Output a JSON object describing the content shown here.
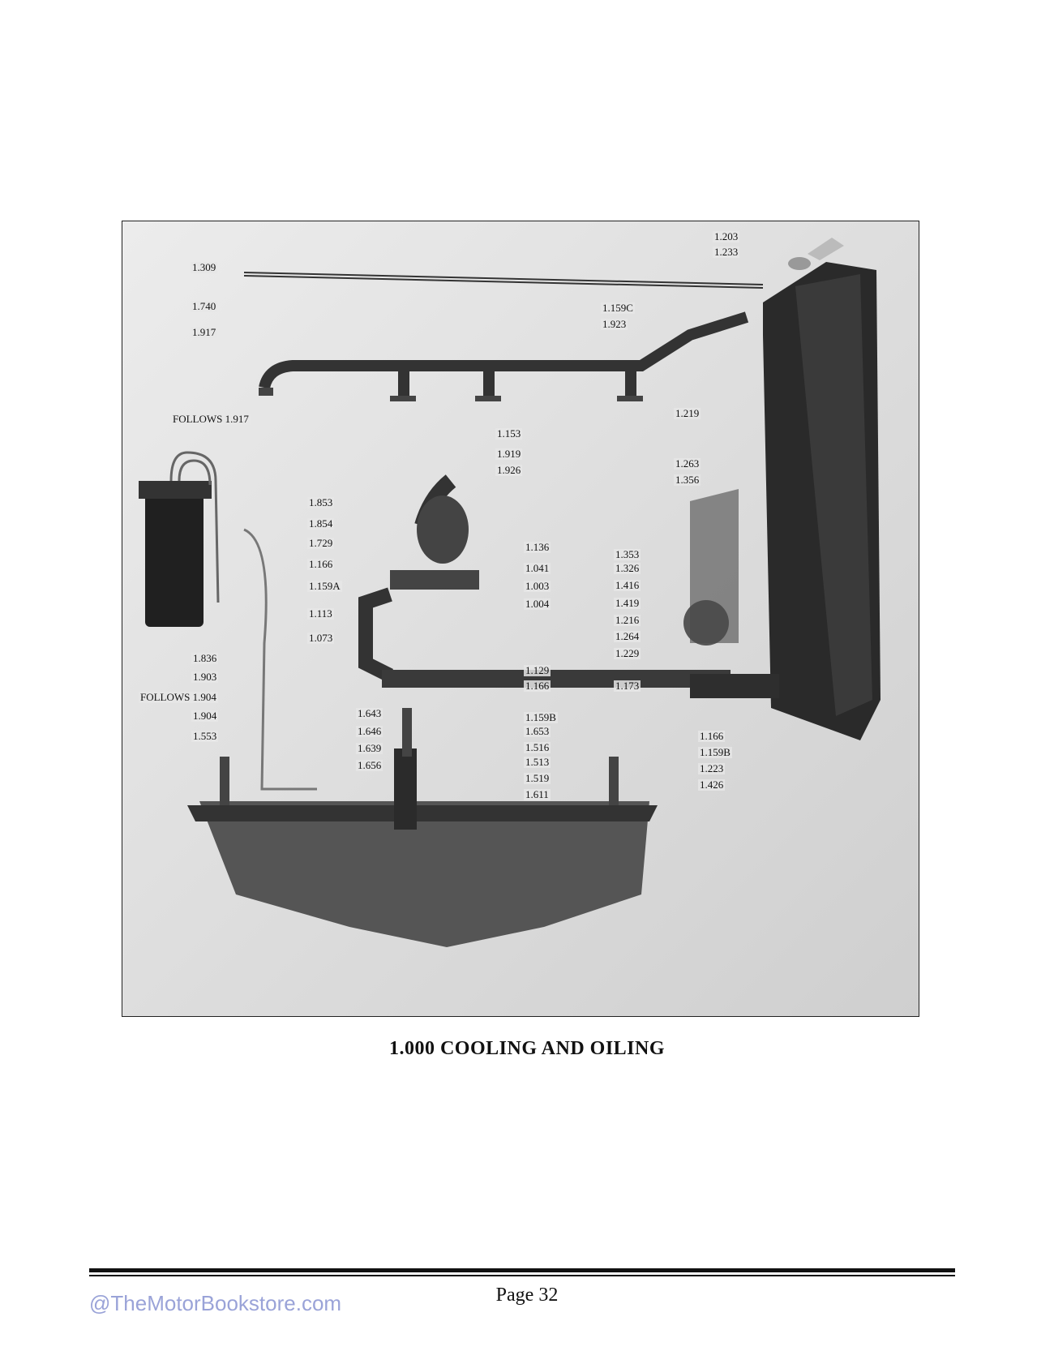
{
  "figure": {
    "image_icon": "cooling-and-oiling-parts-illustration",
    "callouts": {
      "c1203": "1.203",
      "c1233": "1.233",
      "c1309": "1.309",
      "c1740": "1.740",
      "c1917": "1.917",
      "c1159C": "1.159C",
      "c1923": "1.923",
      "follows1917": "FOLLOWS 1.917",
      "c1219": "1.219",
      "c1153": "1.153",
      "c1919": "1.919",
      "c1926": "1.926",
      "c1263": "1.263",
      "c1356": "1.356",
      "c1853": "1.853",
      "c1854": "1.854",
      "c1729": "1.729",
      "c1136": "1.136",
      "c1166a": "1.166",
      "c1041": "1.041",
      "c1159A": "1.159A",
      "c1003": "1.003",
      "c1004": "1.004",
      "c1113": "1.113",
      "c1073": "1.073",
      "c1353": "1.353",
      "c1326": "1.326",
      "c1416": "1.416",
      "c1419": "1.419",
      "c1216": "1.216",
      "c1264": "1.264",
      "c1229": "1.229",
      "c1836": "1.836",
      "c1903": "1.903",
      "c1129": "1.129",
      "c1166b": "1.166",
      "follows1904": "FOLLOWS 1.904",
      "c1173": "1.173",
      "c1904": "1.904",
      "c1643": "1.643",
      "c1159B": "1.159B",
      "c1646": "1.646",
      "c1653": "1.653",
      "c1553": "1.553",
      "c1639": "1.639",
      "c1516": "1.516",
      "c1656": "1.656",
      "c1513": "1.513",
      "c1519": "1.519",
      "c1611": "1.611",
      "c1166c": "1.166",
      "c1159B2": "1.159B",
      "c1223": "1.223",
      "c1426": "1.426"
    }
  },
  "caption": "1.000 COOLING AND OILING",
  "page_number": "Page 32",
  "watermark": "@TheMotorBookstore.com"
}
